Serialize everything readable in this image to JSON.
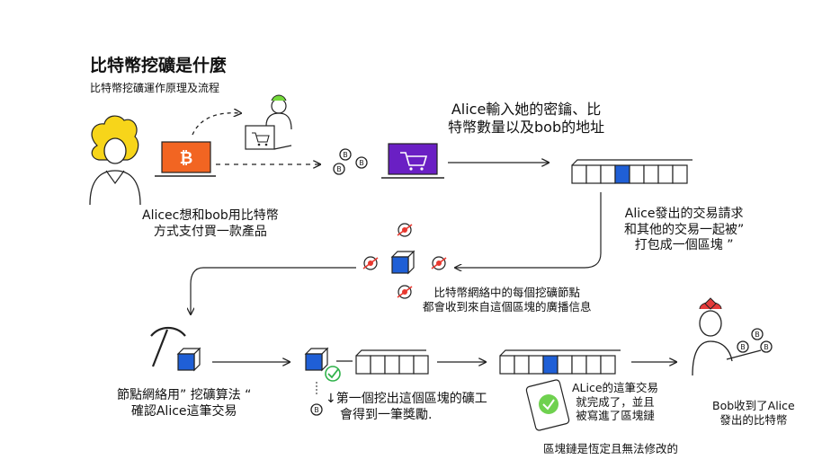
{
  "title": "比特幣挖礦是什麼",
  "subtitle": "比特幣挖礦運作原理及流程",
  "steps": {
    "alice_buy": [
      "Alicec想和bob用比特幣",
      "方式支付買一款產品"
    ],
    "alice_key": [
      "Alice輸入她的密鑰、比",
      "特幣數量以及bob的地址"
    ],
    "broadcast": [
      "Alice發出的交易請求",
      "和其他的交易一起被”",
      "打包成一個區塊 ”"
    ],
    "network": [
      "比特幣網絡中的每個挖礦節點",
      "都會收到來自這個區塊的廣播信息"
    ],
    "confirm": [
      "節點網絡用” 挖礦算法 “",
      "確認Alice這筆交易"
    ],
    "reward": [
      "↓第一個挖出這個區塊的礦工",
      "會得到一筆獎勵."
    ],
    "done": [
      "ALice的這筆交易",
      "就完成了，並且",
      "被寫進了區塊鏈"
    ],
    "immutable": "區塊鏈是恆定且無法修改的",
    "bob": [
      "Bob收到了Alice",
      "發出的比特幣"
    ]
  },
  "icons": {
    "bitcoin": "bitcoin-coin-icon",
    "laptop": "laptop-icon",
    "cart": "shopping-cart-icon",
    "block": "cube-block-icon",
    "pickaxe": "pickaxe-icon",
    "check": "check-icon",
    "phone": "smartphone-icon"
  },
  "colors": {
    "accent_blue": "#1f5fd6",
    "laptop_orange": "#f26522",
    "laptop_purple": "#6a1fc4",
    "hair_yellow": "#f7d51a",
    "bow_green": "#74d93a",
    "bow_red": "#e53b3b",
    "node_red": "#e8382f",
    "check_green": "#2fb24a",
    "phone_green": "#6fd14f"
  }
}
